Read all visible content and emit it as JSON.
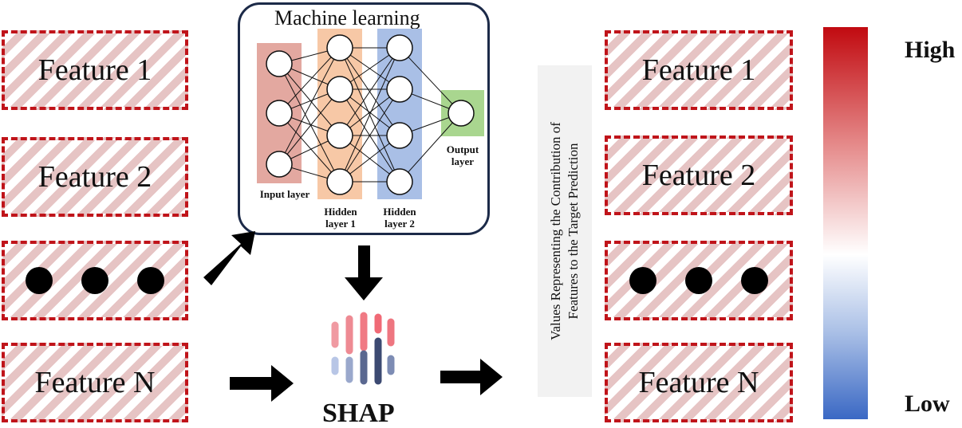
{
  "left_features": [
    "Feature 1",
    "Feature 2",
    "Feature N"
  ],
  "right_features": [
    "Feature 1",
    "Feature 2",
    "Feature N"
  ],
  "model": {
    "title": "Machine learning",
    "input_layer": "Input layer",
    "hidden_layer_1": [
      "Hidden",
      "layer 1"
    ],
    "hidden_layer_2": [
      "Hidden",
      "layer 2"
    ],
    "output_layer": [
      "Output",
      "layer"
    ]
  },
  "shap_label": "SHAP",
  "contribution_text": [
    "Values Representing the Contribution of",
    "Features to the Target Prediction"
  ],
  "colorbar": {
    "high_label": "High",
    "low_label": "Low",
    "high_color": "#c10a10",
    "low_color": "#3a68c4"
  },
  "colors": {
    "feature_border": "#c0141a",
    "input_layer": "#e3a8a0",
    "hidden1": "#f7c8a6",
    "hidden2": "#a9bfe6",
    "output": "#a9d68f"
  }
}
